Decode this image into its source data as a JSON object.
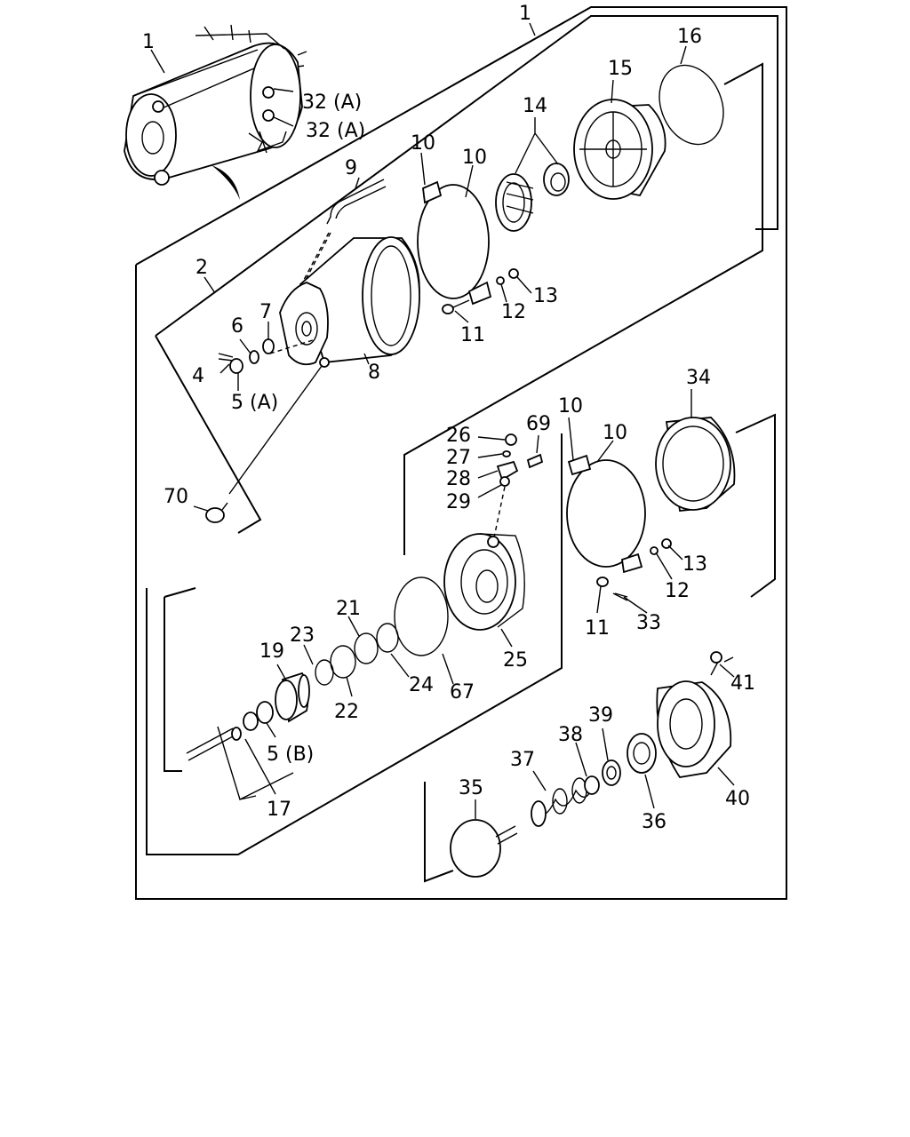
{
  "diagram": {
    "callouts": {
      "c1_top": "1",
      "c1_left": "1",
      "c2": "2",
      "c4": "4",
      "c5a": "5 (A)",
      "c5b": "5 (B)",
      "c6": "6",
      "c7": "7",
      "c8": "8",
      "c9": "9",
      "c10a": "10",
      "c10b": "10",
      "c10c": "10",
      "c10d": "10",
      "c11a": "11",
      "c11b": "11",
      "c12a": "12",
      "c12b": "12",
      "c13a": "13",
      "c13b": "13",
      "c14": "14",
      "c15": "15",
      "c16": "16",
      "c17": "17",
      "c19": "19",
      "c21": "21",
      "c22": "22",
      "c23": "23",
      "c24": "24",
      "c25": "25",
      "c26": "26",
      "c27": "27",
      "c28": "28",
      "c29": "29",
      "c32a1": "32 (A)",
      "c32a2": "32 (A)",
      "c33": "33",
      "c34": "34",
      "c35": "35",
      "c36": "36",
      "c37": "37",
      "c38": "38",
      "c39": "39",
      "c40": "40",
      "c41": "41",
      "c67": "67",
      "c69": "69",
      "c70": "70"
    }
  }
}
